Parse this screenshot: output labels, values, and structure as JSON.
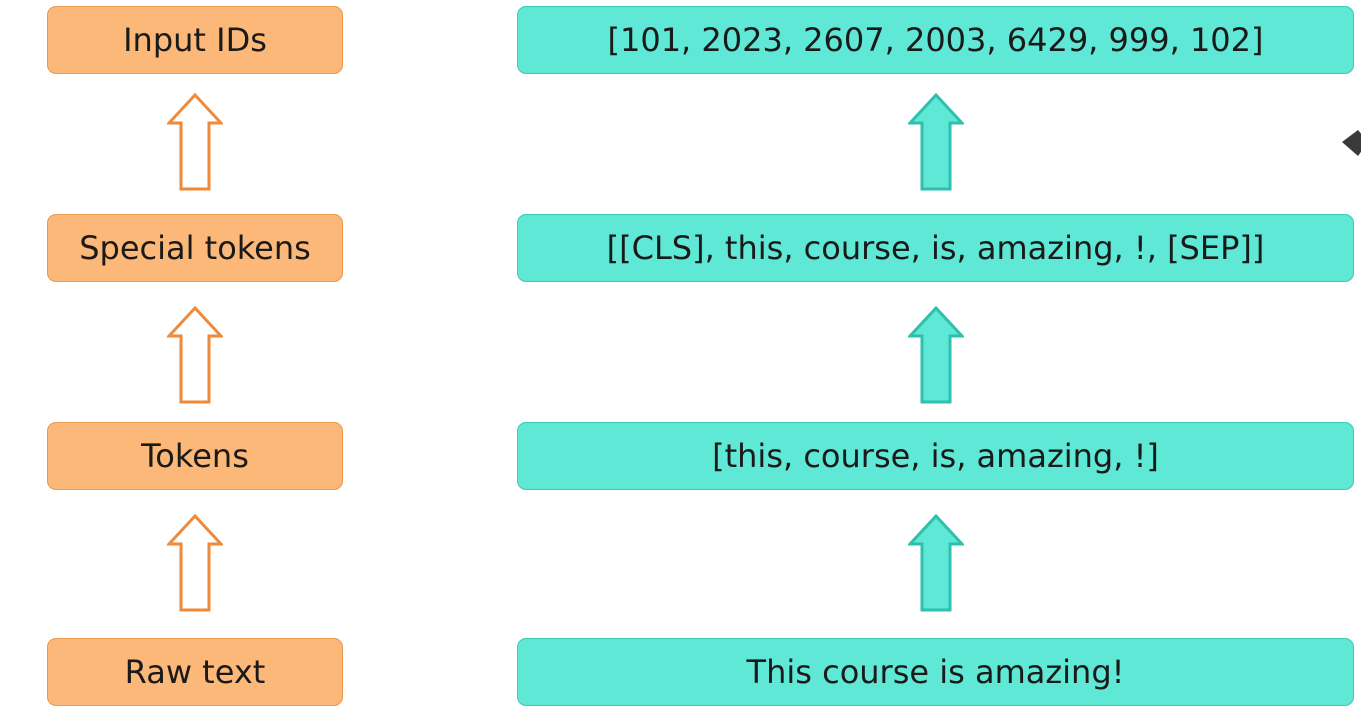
{
  "pipeline": {
    "stages": [
      {
        "label": "Input IDs",
        "example": "[101, 2023, 2607, 2003, 6429, 999, 102]"
      },
      {
        "label": "Special tokens",
        "example": "[[CLS], this, course, is, amazing, !, [SEP]]"
      },
      {
        "label": "Tokens",
        "example": "[this, course, is, amazing, !]"
      },
      {
        "label": "Raw text",
        "example": "This course is amazing!"
      }
    ]
  },
  "colors": {
    "left_fill": "#fbb878",
    "left_stroke": "#e8994f",
    "right_fill": "#5ee8d5",
    "right_stroke": "#3fcab8",
    "left_arrow_fill": "#ffffff",
    "left_arrow_stroke": "#ee8a3a",
    "right_arrow_fill": "#5ee8d5",
    "right_arrow_stroke": "#2fbfae"
  }
}
